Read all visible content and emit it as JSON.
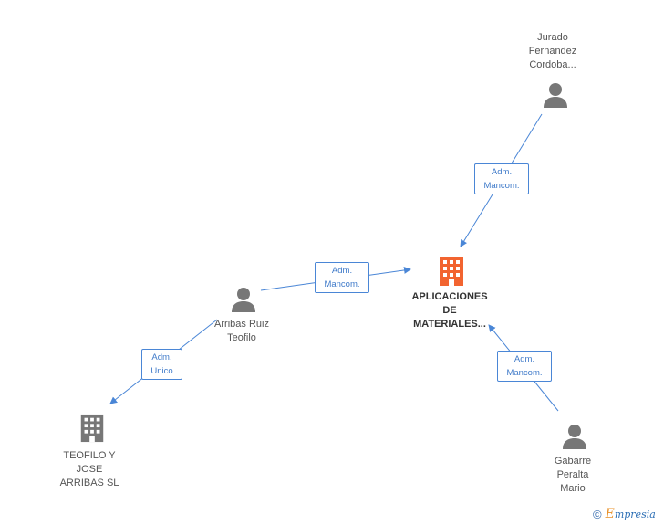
{
  "nodes": {
    "main_company": {
      "line1": "APLICACIONES",
      "line2": "DE",
      "line3": "MATERIALES..."
    },
    "jurado": {
      "line1": "Jurado",
      "line2": "Fernandez",
      "line3": "Cordoba..."
    },
    "arribas": {
      "line1": "Arribas Ruiz",
      "line2": "Teofilo"
    },
    "teofilo_company": {
      "line1": "TEOFILO Y",
      "line2": "JOSE",
      "line3": "ARRIBAS SL"
    },
    "gabarre": {
      "line1": "Gabarre",
      "line2": "Peralta",
      "line3": "Mario"
    }
  },
  "edges": {
    "jurado_to_main": {
      "line1": "Adm.",
      "line2": "Mancom."
    },
    "arribas_to_main": {
      "line1": "Adm.",
      "line2": "Mancom."
    },
    "arribas_to_teofilo": {
      "line1": "Adm.",
      "line2": "Unico"
    },
    "gabarre_to_main": {
      "line1": "Adm.",
      "line2": "Mancom."
    }
  },
  "footer": {
    "copyright": "©",
    "brand_initial": "E",
    "brand_rest": "mpresia"
  },
  "colors": {
    "edge": "#4a86d6",
    "main_company_icon": "#f26430",
    "company_icon": "#777777",
    "person_icon": "#777777"
  }
}
